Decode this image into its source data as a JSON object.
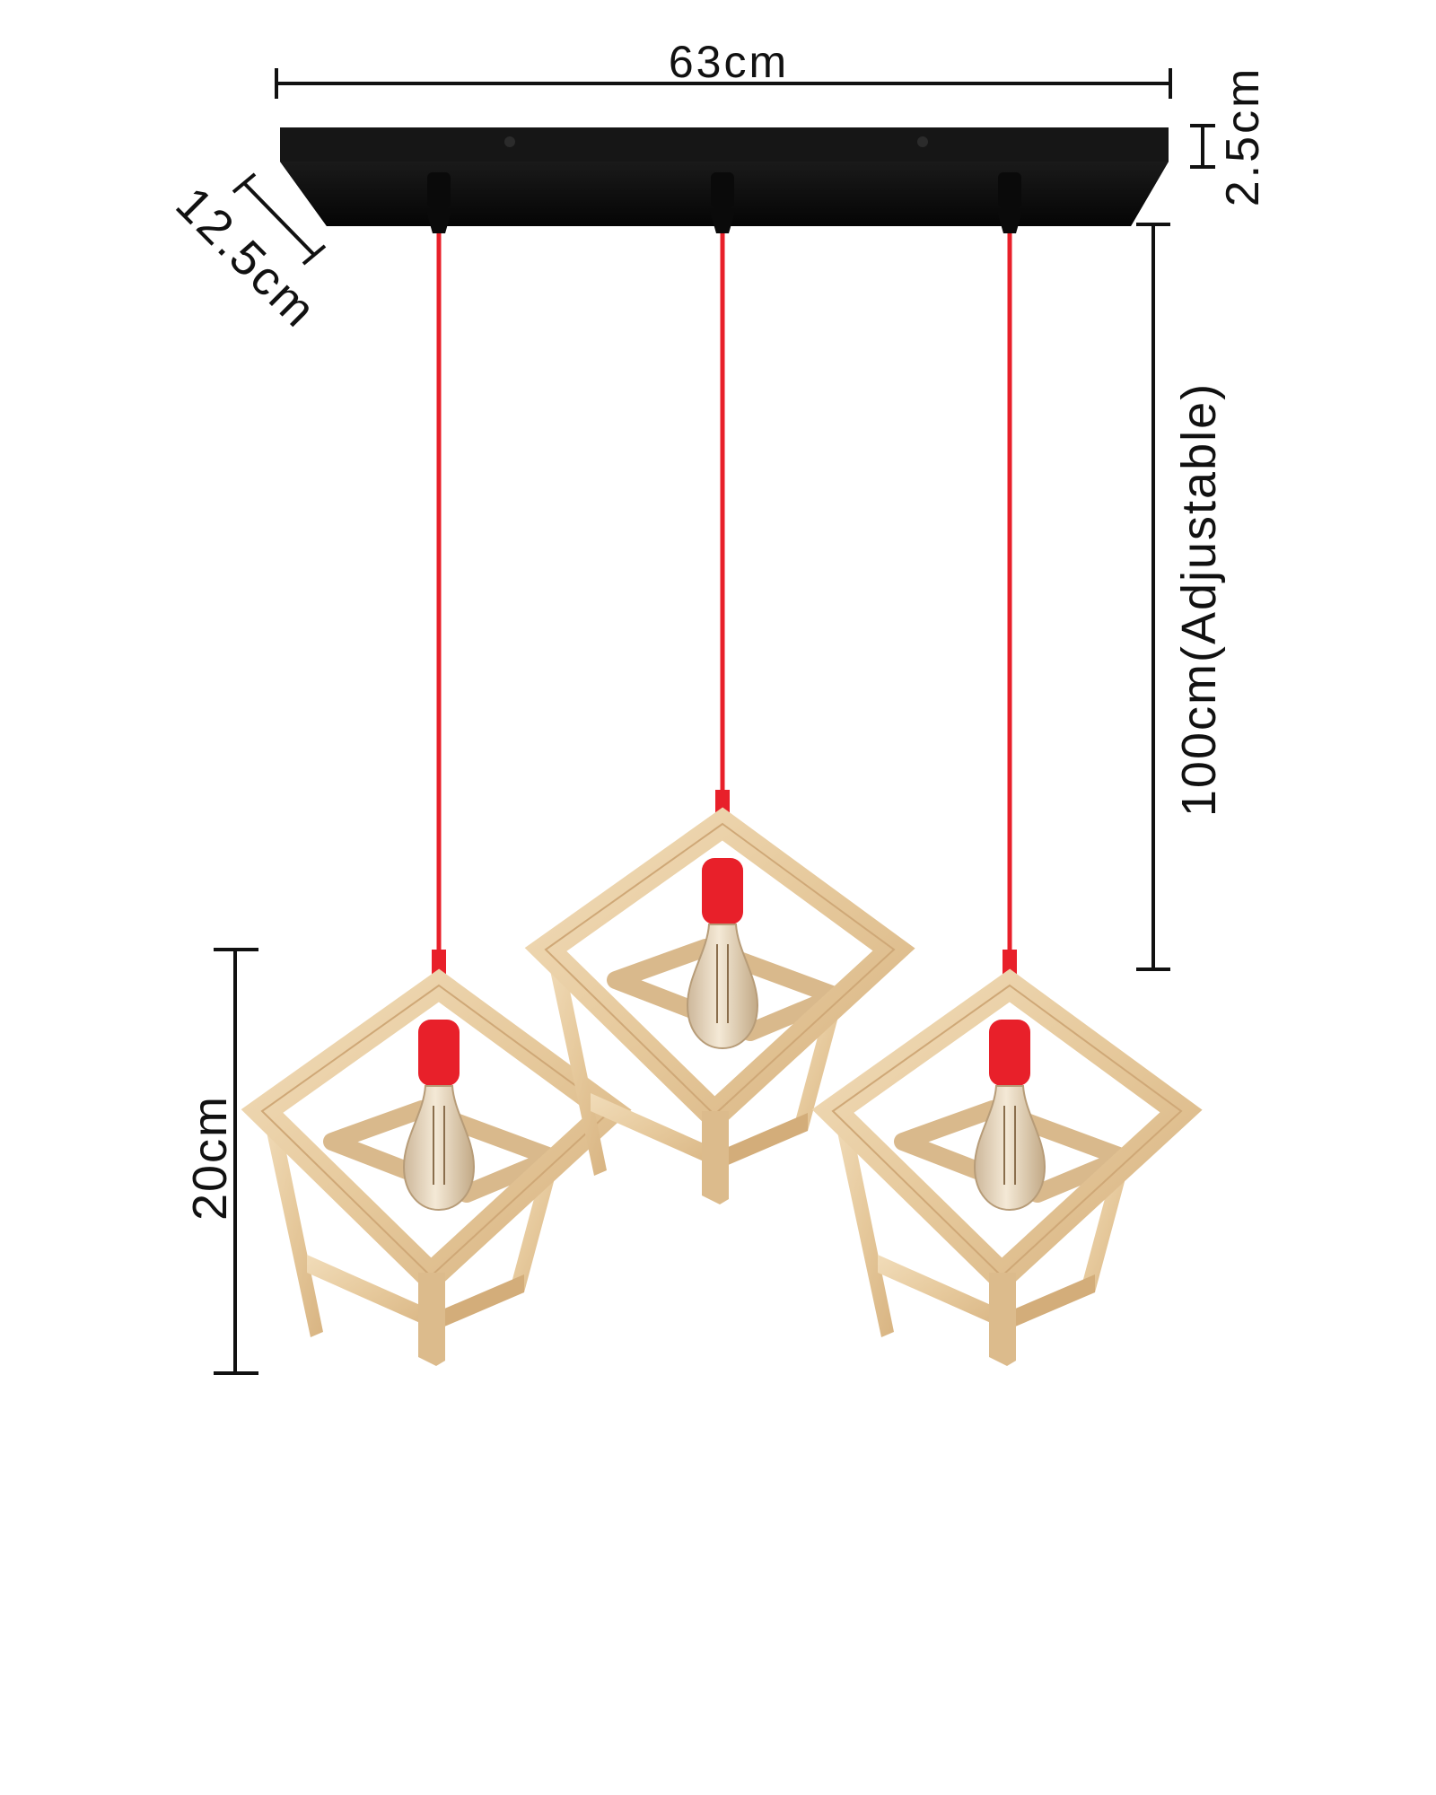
{
  "dimensions": {
    "width": "63cm",
    "height": "2.5cm",
    "depth": "12.5cm",
    "cord_length": "100cm(Adjustable)",
    "pendant_height": "20cm"
  },
  "pendants": [
    {
      "id": "left"
    },
    {
      "id": "center"
    },
    {
      "id": "right"
    }
  ],
  "colors": {
    "canopy": "#111111",
    "cord": "#e8202a",
    "wood": "#e8cfa6",
    "wood_edge": "#cfa877",
    "wood_grain": "#d9b98c",
    "bulb": "#ead8b8",
    "dimension_line": "#111111"
  }
}
